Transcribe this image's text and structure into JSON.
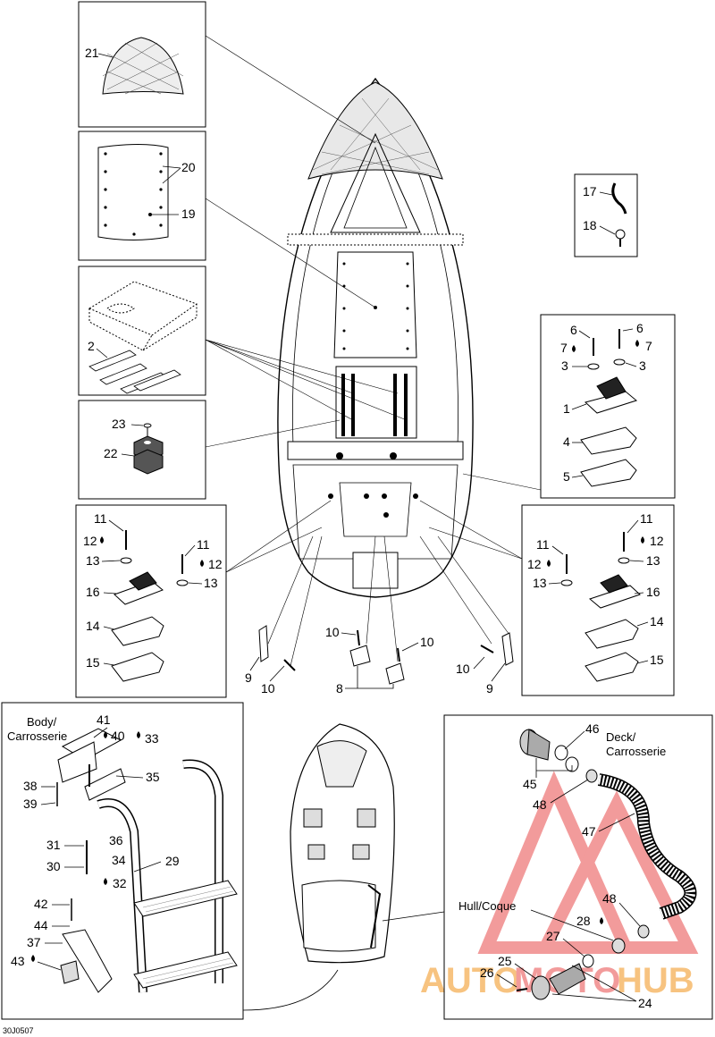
{
  "diagram_code": "30J0507",
  "watermark": {
    "text_a": "AUTO",
    "text_b": "MOTO",
    "text_c": "HUB",
    "color_primary": "#f08a8a",
    "color_secondary": "#f6b96a"
  },
  "callouts": {
    "c1": "1",
    "c2": "2",
    "c3a": "3",
    "c3b": "3",
    "c4": "4",
    "c5": "5",
    "c6a": "6",
    "c6b": "6",
    "c7a": "7",
    "c7b": "7",
    "c8": "8",
    "c9a": "9",
    "c9b": "9",
    "c10a": "10",
    "c10b": "10",
    "c10c": "10",
    "c10d": "10",
    "c11a": "11",
    "c11b": "11",
    "c11c": "11",
    "c11d": "11",
    "c12a": "12",
    "c12b": "12",
    "c12c": "12",
    "c12d": "12",
    "c13a": "13",
    "c13b": "13",
    "c13c": "13",
    "c13d": "13",
    "c14a": "14",
    "c14b": "14",
    "c15a": "15",
    "c15b": "15",
    "c16a": "16",
    "c16b": "16",
    "c17": "17",
    "c18": "18",
    "c19": "19",
    "c20": "20",
    "c21": "21",
    "c22": "22",
    "c23": "23",
    "c24": "24",
    "c25": "25",
    "c26": "26",
    "c27": "27",
    "c28": "28",
    "c29": "29",
    "c30": "30",
    "c31": "31",
    "c32": "32",
    "c33": "33",
    "c34": "34",
    "c35": "35",
    "c36": "36",
    "c37": "37",
    "c38": "38",
    "c39": "39",
    "c40": "40",
    "c41": "41",
    "c42": "42",
    "c43": "43",
    "c44": "44",
    "c45": "45",
    "c46": "46",
    "c47": "47",
    "c48a": "48",
    "c48b": "48"
  },
  "labels": {
    "body_line1": "Body/",
    "body_line2": "Carrosserie",
    "deck_line1": "Deck/",
    "deck_line2": "Carrosserie",
    "hull": "Hull/Coque"
  }
}
